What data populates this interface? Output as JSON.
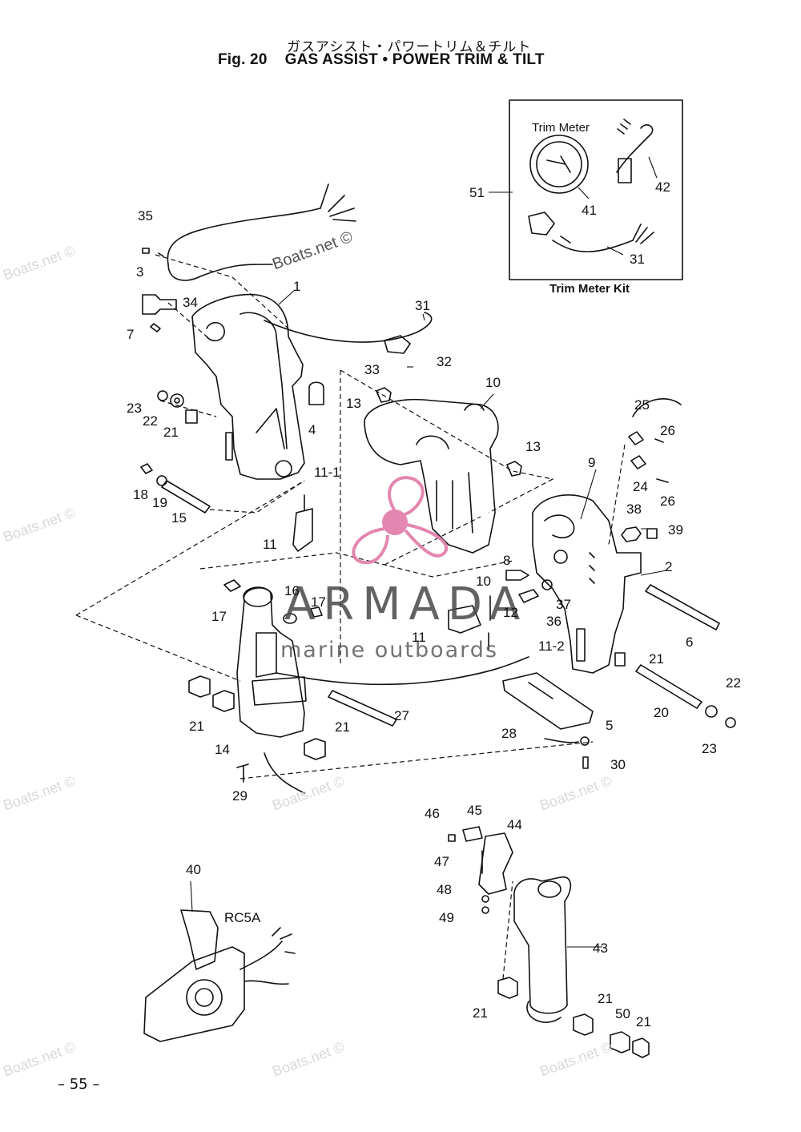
{
  "title": {
    "jp": "ガスアシスト・パワートリム＆チルト",
    "fig": "Fig. 20",
    "en": "GAS ASSIST • POWER TRIM & TILT"
  },
  "page_number": "– 55 –",
  "kit": {
    "caption": "Trim Meter Kit",
    "meter_label": "Trim Meter"
  },
  "remote_label": "RC5A",
  "watermarks": {
    "boats": "Boats.net ©",
    "armada": "ARMADA",
    "marine": "marine outboards"
  },
  "callouts": [
    "35",
    "3",
    "34",
    "1",
    "7",
    "31",
    "32",
    "33",
    "23",
    "22",
    "21",
    "4",
    "13",
    "10",
    "13",
    "25",
    "26",
    "26",
    "24",
    "9",
    "18",
    "19",
    "15",
    "11-1",
    "11",
    "38",
    "39",
    "8",
    "2",
    "37",
    "36",
    "10",
    "12",
    "11",
    "11-2",
    "6",
    "21",
    "17",
    "16",
    "17",
    "21",
    "14",
    "21",
    "27",
    "5",
    "22",
    "20",
    "23",
    "28",
    "30",
    "29",
    "46",
    "45",
    "44",
    "47",
    "48",
    "49",
    "43",
    "40",
    "21",
    "21",
    "50",
    "21",
    "51",
    "41",
    "42",
    "31"
  ]
}
